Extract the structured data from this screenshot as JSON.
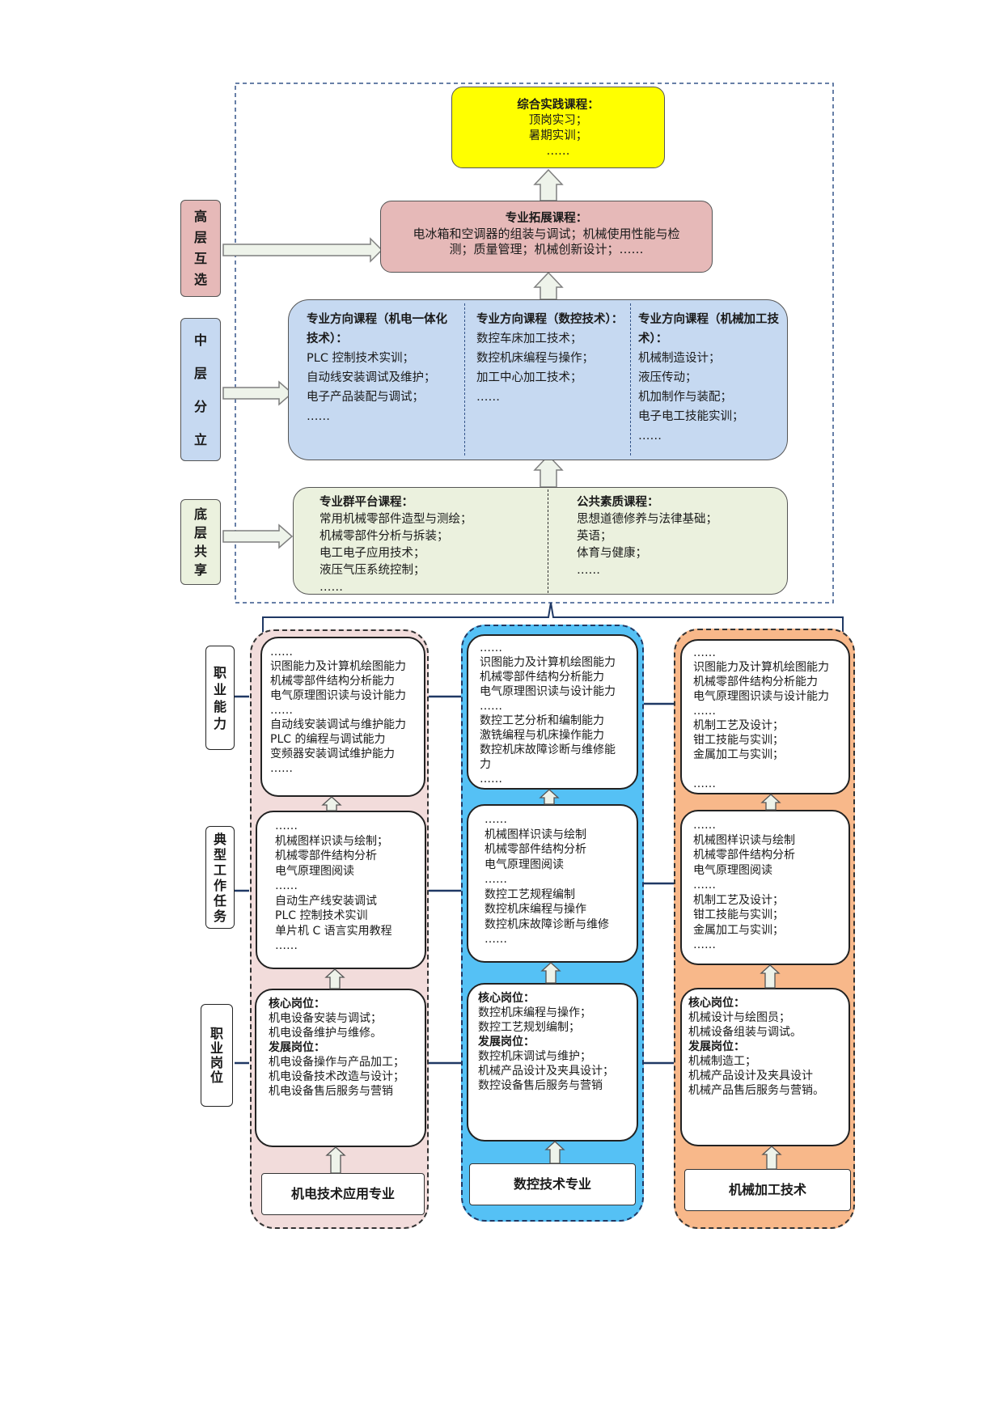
{
  "top": {
    "practice": {
      "title": "综合实践课程：",
      "lines": [
        "顶岗实习；",
        "暑期实训；",
        "……"
      ]
    },
    "expansion": {
      "title": "专业拓展课程：",
      "lines": [
        "电冰箱和空调器的组装与调试；机械使用性能与检",
        "测；质量管理；机械创新设计；……"
      ]
    },
    "direction": {
      "cols": [
        {
          "title": [
            "专业方向课程（机电一体化",
            "技术）："
          ],
          "lines": [
            "PLC 控制技术实训；",
            "自动线安装调试及维护；",
            "电子产品装配与调试；",
            "……"
          ]
        },
        {
          "title": [
            "专业方向课程（数控技术）："
          ],
          "lines": [
            "数控车床加工技术；",
            "数控机床编程与操作；",
            "加工中心加工技术；",
            "……"
          ]
        },
        {
          "title": [
            "专业方向课程（机械加工技",
            "术）："
          ],
          "lines": [
            "机械制造设计；",
            "液压传动；",
            "机加制作与装配；",
            "电子电工技能实训；",
            "……"
          ]
        }
      ]
    },
    "platform": {
      "left": {
        "title": "专业群平台课程：",
        "lines": [
          "常用机械零部件造型与测绘；",
          "机械零部件分析与拆装；",
          "电工电子应用技术；",
          "液压气压系统控制；",
          "……"
        ]
      },
      "right": {
        "title": "公共素质课程：",
        "lines": [
          "思想道德修养与法律基础；",
          "英语；",
          "体育与健康；",
          "……"
        ]
      }
    }
  },
  "left_labels": {
    "high": [
      "高",
      "层",
      "互",
      "选"
    ],
    "mid": [
      "中",
      "层",
      "分",
      "立"
    ],
    "low": [
      "底",
      "层",
      "共",
      "享"
    ]
  },
  "row_labels": {
    "ability": [
      "职",
      "业",
      "能",
      "力"
    ],
    "task": [
      "典",
      "型",
      "工",
      "作",
      "任",
      "务"
    ],
    "post": [
      "职",
      "业",
      "岗",
      "位"
    ]
  },
  "columns": [
    {
      "major": "机电技术应用专业",
      "ability": [
        "……",
        "识图能力及计算机绘图能力",
        "机械零部件结构分析能力",
        "电气原理图识读与设计能力",
        "……",
        "自动线安装调试与维护能力",
        "PLC 的编程与调试能力",
        "变频器安装调试维护能力",
        "……"
      ],
      "task": [
        "……",
        "机械图样识读与绘制；",
        "机械零部件结构分析",
        "电气原理图阅读",
        "……",
        "自动生产线安装调试",
        "PLC 控制技术实训",
        "单片机 C 语言实用教程",
        "……"
      ],
      "post": {
        "core_label": "核心岗位：",
        "core": [
          "机电设备安装与调试；",
          "机电设备维护与维修。"
        ],
        "dev_label": "发展岗位：",
        "dev": [
          "机电设备操作与产品加工；",
          "机电设备技术改造与设计；",
          "机电设备售后服务与营销"
        ]
      }
    },
    {
      "major": "数控技术专业",
      "ability": [
        "……",
        "识图能力及计算机绘图能力",
        "机械零部件结构分析能力",
        "电气原理图识读与设计能力",
        "……",
        "数控工艺分析和编制能力",
        "激铣编程与机床操作能力",
        "数控机床故障诊断与维修能",
        "力",
        "……"
      ],
      "task": [
        "……",
        "机械图样识读与绘制",
        "机械零部件结构分析",
        "电气原理图阅读",
        "……",
        "数控工艺规程编制",
        "数控机床编程与操作",
        "数控机床故障诊断与维修",
        "……"
      ],
      "post": {
        "core_label": "核心岗位：",
        "core": [
          "数控机床编程与操作；",
          "数控工艺规划编制；"
        ],
        "dev_label": "发展岗位：",
        "dev": [
          "数控机床调试与维护；",
          "机械产品设计及夹具设计；",
          "数控设备售后服务与营销"
        ]
      }
    },
    {
      "major": "机械加工技术",
      "ability": [
        "……",
        "识图能力及计算机绘图能力",
        "机械零部件结构分析能力",
        "电气原理图识读与设计能力",
        "……",
        "机制工艺及设计；",
        "钳工技能与实训；",
        "金属加工与实训；",
        "",
        "……"
      ],
      "task": [
        "……",
        "机械图样识读与绘制",
        "机械零部件结构分析",
        "电气原理图阅读",
        "……",
        "机制工艺及设计；",
        "钳工技能与实训；",
        "金属加工与实训；",
        "……"
      ],
      "post": {
        "core_label": "核心岗位：",
        "core": [
          "机械设计与绘图员；",
          "机械设备组装与调试。"
        ],
        "dev_label": "发展岗位：",
        "dev": [
          "机械制造工；",
          "机械产品设计及夹具设计",
          "机械产品售后服务与营销。"
        ]
      }
    }
  ],
  "colors": {
    "yellow": "#ffff00",
    "pink": "#e6b9b8",
    "blue": "#c6d9f1",
    "green": "#ebf1de",
    "col1_bg": "#f2dcdb",
    "col2_bg": "#55c1f5",
    "col3_bg": "#f8b88a",
    "arrow": "#eef3ea"
  }
}
